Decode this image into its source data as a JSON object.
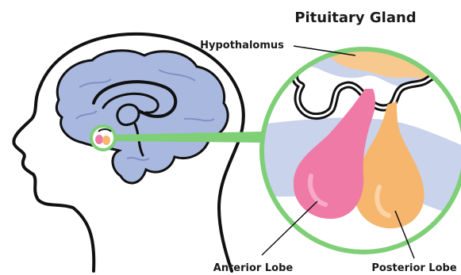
{
  "title": "Pituitary Gland",
  "labels": {
    "hypothalamus": "Hypothalomus",
    "anterior": "Anterior Lobe",
    "posterior": "Posterior Lobe"
  },
  "colors": {
    "brain": "#a9b8df",
    "outline": "#111111",
    "circle_ring": "#7fcf77",
    "anterior_lobe": "#ef7aa6",
    "posterior_lobe": "#f6b66e",
    "hypothalamus": "#f7c98e",
    "background_band": "#c9d3ec"
  }
}
